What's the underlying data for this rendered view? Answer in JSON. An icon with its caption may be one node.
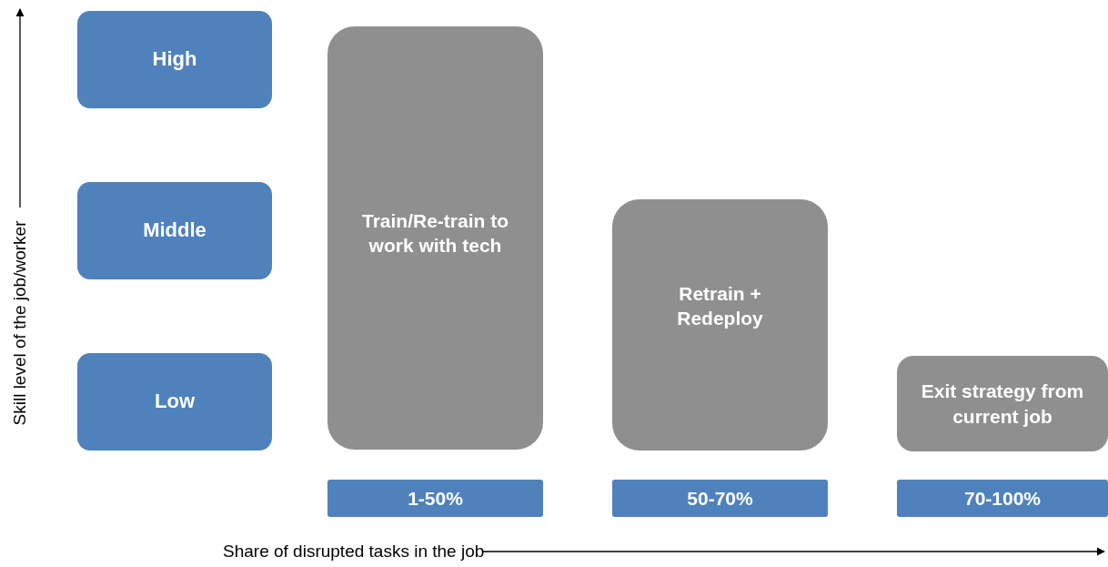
{
  "diagram": {
    "nodes": [
      {
        "text": [
          "High"
        ]
      },
      {
        "text": [
          "Middle"
        ]
      },
      {
        "text": [
          "Low"
        ]
      },
      {
        "text": [
          "Train/Re-train to work with tech"
        ]
      },
      {
        "text": [
          "Retrain + Redeploy"
        ]
      },
      {
        "text": [
          "Exit strategy from current job"
        ]
      },
      {
        "text": [
          "1-50%"
        ]
      },
      {
        "text": [
          "50-70%"
        ]
      },
      {
        "text": [
          "70-100%"
        ]
      }
    ],
    "labels": [
      "Skill level of the job/worker",
      "Share of disrupted tasks in the job"
    ]
  }
}
